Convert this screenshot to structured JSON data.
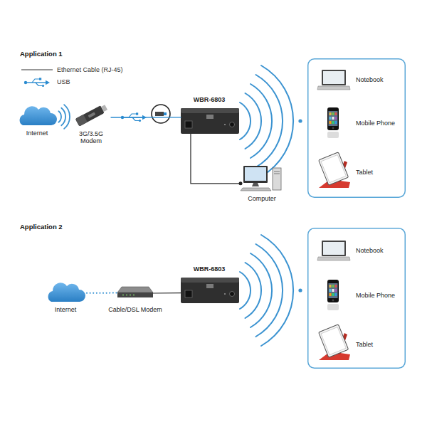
{
  "diagram": {
    "nodes": [
      {
        "text": [
          "Internet"
        ]
      },
      {
        "text": [
          "3G/3.5G Modem"
        ]
      },
      {
        "text": [
          "WBR-6803"
        ]
      },
      {
        "text": [
          "Computer"
        ]
      },
      {
        "text": []
      },
      {
        "text": [
          "Notebook"
        ],
        "in": 4
      },
      {
        "text": [
          "Mobile Phone"
        ],
        "in": 4
      },
      {
        "text": [
          "Tablet"
        ],
        "in": 4
      },
      {
        "text": [
          "Internet"
        ]
      },
      {
        "text": [
          "Cable/DSL Modem"
        ]
      },
      {
        "text": [
          "WBR-6803"
        ]
      },
      {
        "text": []
      },
      {
        "text": [
          "Notebook"
        ],
        "in": 11
      },
      {
        "text": [
          "Mobile Phone"
        ],
        "in": 11
      },
      {
        "text": [
          "Tablet"
        ],
        "in": 11
      }
    ],
    "edges": [
      {
        "from": 0,
        "to": 1,
        "arrow": "none"
      },
      {
        "from": 1,
        "to": 2,
        "arrow": "none"
      },
      {
        "from": 2,
        "to": 3,
        "arrow": "none"
      },
      {
        "from": 2,
        "to": 4,
        "arrow": "none"
      },
      {
        "from": 8,
        "to": 9,
        "arrow": "none"
      },
      {
        "from": 9,
        "to": 10,
        "arrow": "none"
      },
      {
        "from": 10,
        "to": 11,
        "arrow": "none"
      }
    ],
    "labels": [
      "Application 1",
      "Application 2"
    ],
    "legend": [
      {
        "text": "Ethernet Cable (RJ-45)"
      },
      {
        "text": "USB"
      }
    ]
  }
}
